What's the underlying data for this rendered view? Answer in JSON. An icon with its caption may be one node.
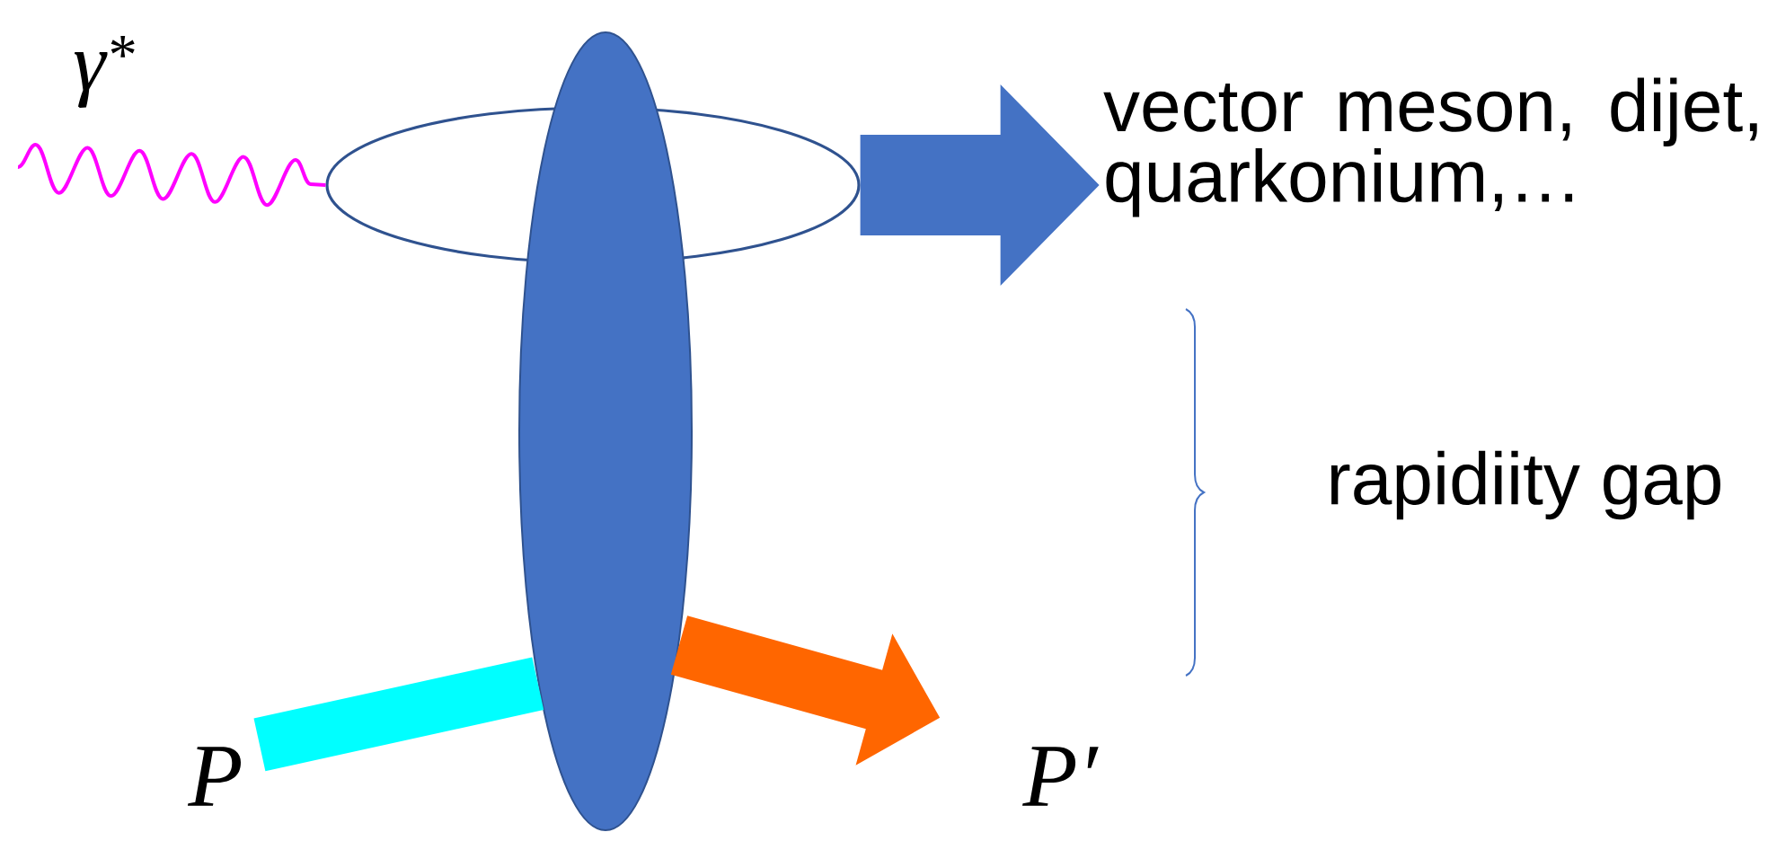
{
  "diagram": {
    "nodes": [
      {
        "text": [],
        "shape": "ellipse"
      },
      {
        "text": [],
        "shape": "ellipse"
      },
      {
        "text": [
          "vector meson, dijet, quarkonium,…"
        ]
      },
      {
        "text": [
          "P"
        ]
      },
      {
        "text": [
          "P′"
        ]
      }
    ],
    "edges": [
      {
        "from": null,
        "to": 0,
        "arrow": "none",
        "label": "γ$^{*}$",
        "color": "#ff00ff"
      },
      {
        "from": 0,
        "to": 2,
        "arrow": "to",
        "color": "#4472c4"
      },
      {
        "from": 3,
        "to": 1,
        "arrow": "none",
        "color": "#00ffff"
      },
      {
        "from": 1,
        "to": 4,
        "arrow": "to",
        "color": "#ff6600"
      }
    ],
    "labels": [
      "rapidiity gap"
    ]
  }
}
